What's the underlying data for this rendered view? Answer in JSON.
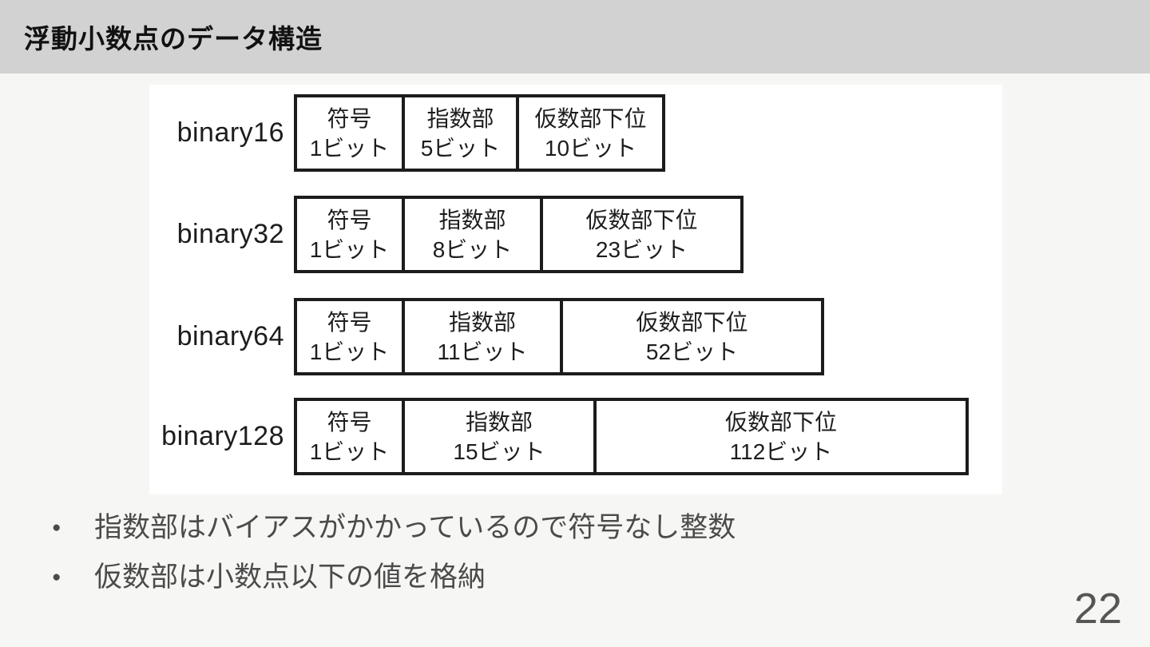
{
  "header": {
    "title": "浮動小数点のデータ構造"
  },
  "diagram": {
    "rows": [
      {
        "label": "binary16",
        "cells": [
          {
            "name": "符号",
            "bits": "1ビット"
          },
          {
            "name": "指数部",
            "bits": "5ビット"
          },
          {
            "name": "仮数部下位",
            "bits": "10ビット"
          }
        ]
      },
      {
        "label": "binary32",
        "cells": [
          {
            "name": "符号",
            "bits": "1ビット"
          },
          {
            "name": "指数部",
            "bits": "8ビット"
          },
          {
            "name": "仮数部下位",
            "bits": "23ビット"
          }
        ]
      },
      {
        "label": "binary64",
        "cells": [
          {
            "name": "符号",
            "bits": "1ビット"
          },
          {
            "name": "指数部",
            "bits": "11ビット"
          },
          {
            "name": "仮数部下位",
            "bits": "52ビット"
          }
        ]
      },
      {
        "label": "binary128",
        "cells": [
          {
            "name": "符号",
            "bits": "1ビット"
          },
          {
            "name": "指数部",
            "bits": "15ビット"
          },
          {
            "name": "仮数部下位",
            "bits": "112ビット"
          }
        ]
      }
    ]
  },
  "bullets": [
    {
      "marker": "●",
      "text": "指数部はバイアスがかかっているので符号なし整数"
    },
    {
      "marker": "●",
      "text": "仮数部は小数点以下の値を格納"
    }
  ],
  "footer": {
    "page_number": "22"
  },
  "colors": {
    "header_bg": "#d2d2d2",
    "slide_bg": "#f6f6f4",
    "panel_bg": "#ffffff",
    "border": "#1c1c1c",
    "text": "#1d1d1d",
    "bullet_text": "#4b4b4b",
    "page_number": "#565656"
  }
}
